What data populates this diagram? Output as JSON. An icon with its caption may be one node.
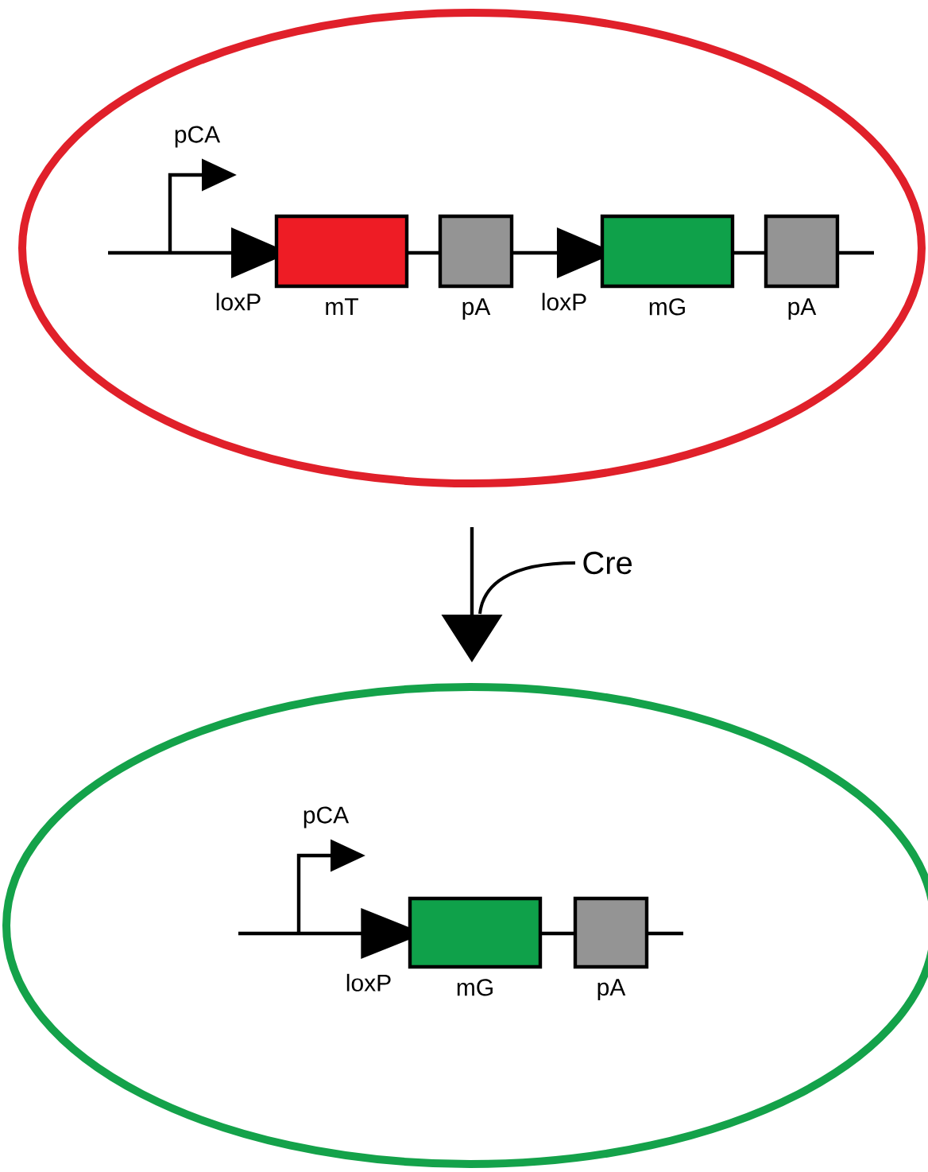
{
  "diagram": {
    "nodes": [
      {
        "text": [],
        "shape": "ellipse"
      },
      {
        "text": [
          "pCA"
        ],
        "in": 0
      },
      {
        "text": [
          "loxP"
        ],
        "in": 0
      },
      {
        "text": [
          "mT"
        ],
        "in": 0
      },
      {
        "text": [
          "pA"
        ],
        "in": 0
      },
      {
        "text": [
          "loxP"
        ],
        "in": 0
      },
      {
        "text": [
          "mG"
        ],
        "in": 0
      },
      {
        "text": [
          "pA"
        ],
        "in": 0
      },
      {
        "text": [],
        "shape": "ellipse"
      },
      {
        "text": [
          "pCA"
        ],
        "in": 8
      },
      {
        "text": [
          "loxP"
        ],
        "in": 8
      },
      {
        "text": [
          "mG"
        ],
        "in": 8
      },
      {
        "text": [
          "pA"
        ],
        "in": 8
      }
    ],
    "edges": [
      {
        "from": 0,
        "to": 8,
        "arrow": "to",
        "label": "Cre"
      }
    ]
  }
}
